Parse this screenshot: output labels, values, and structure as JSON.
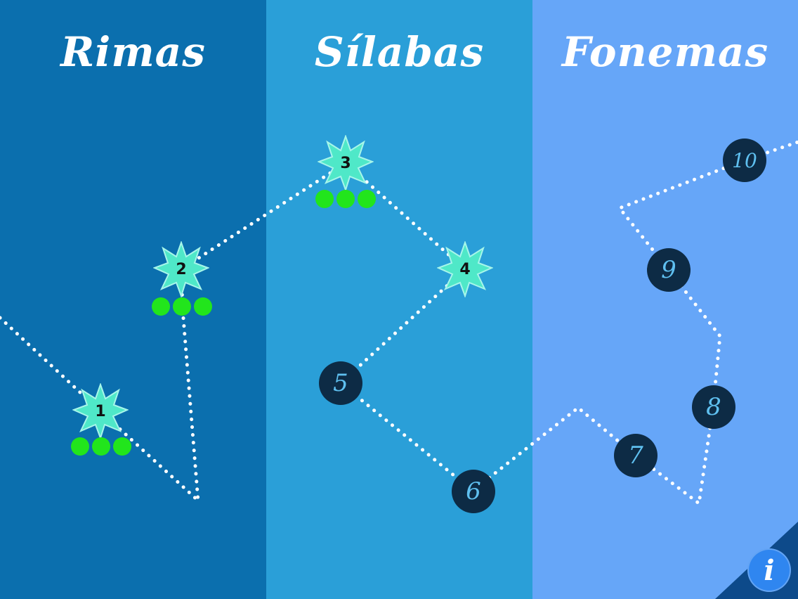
{
  "columns": [
    {
      "title": "Rimas",
      "color": "#0b6fae"
    },
    {
      "title": "Sílabas",
      "color": "#2a9fd8"
    },
    {
      "title": "Fonemas",
      "color": "#66a6f8"
    }
  ],
  "levels": [
    {
      "number": "1",
      "state": "completed",
      "stars_earned": 3
    },
    {
      "number": "2",
      "state": "completed",
      "stars_earned": 3
    },
    {
      "number": "3",
      "state": "completed",
      "stars_earned": 3
    },
    {
      "number": "4",
      "state": "unlocked",
      "stars_earned": 0
    },
    {
      "number": "5",
      "state": "locked"
    },
    {
      "number": "6",
      "state": "locked"
    },
    {
      "number": "7",
      "state": "locked"
    },
    {
      "number": "8",
      "state": "locked"
    },
    {
      "number": "9",
      "state": "locked"
    },
    {
      "number": "10",
      "state": "locked"
    }
  ],
  "info_button": {
    "label": "i",
    "icon": "info-icon"
  },
  "colors": {
    "star_fill": "#4fe8c8",
    "dot_green": "#22e51c",
    "lock_bg": "#0d2b45",
    "lock_text": "#5fc0f0"
  }
}
